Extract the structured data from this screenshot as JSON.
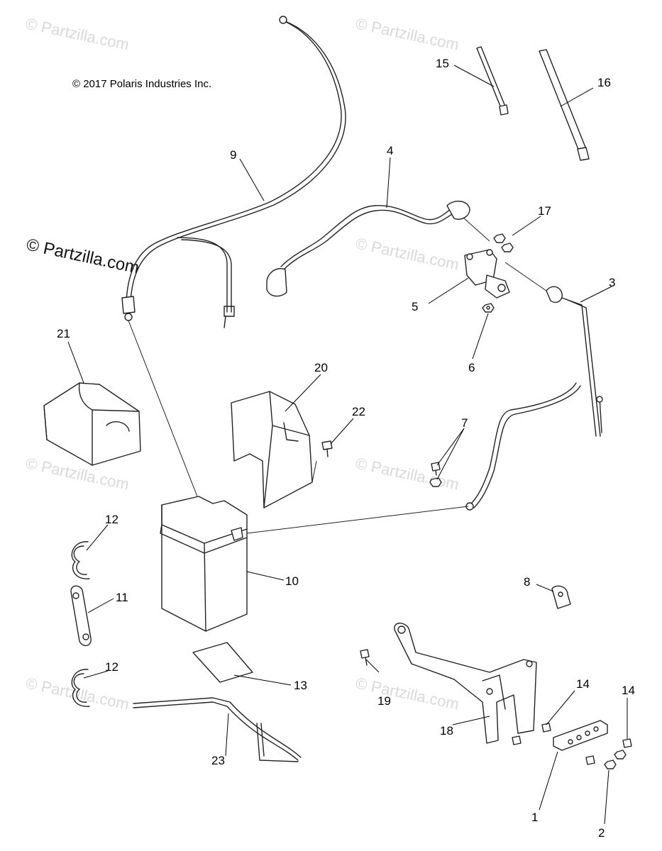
{
  "copyright": "© 2017 Polaris Industries Inc.",
  "watermark": "© Partzilla.com",
  "callouts": {
    "c1": "1",
    "c2": "2",
    "c3": "3",
    "c4": "4",
    "c5": "5",
    "c6": "6",
    "c7": "7",
    "c8": "8",
    "c9": "9",
    "c10": "10",
    "c11": "11",
    "c12a": "12",
    "c12b": "12",
    "c13": "13",
    "c14a": "14",
    "c14b": "14",
    "c15": "15",
    "c16": "16",
    "c17": "17",
    "c18": "18",
    "c19": "19",
    "c20": "20",
    "c21": "21",
    "c22": "22",
    "c23": "23"
  }
}
